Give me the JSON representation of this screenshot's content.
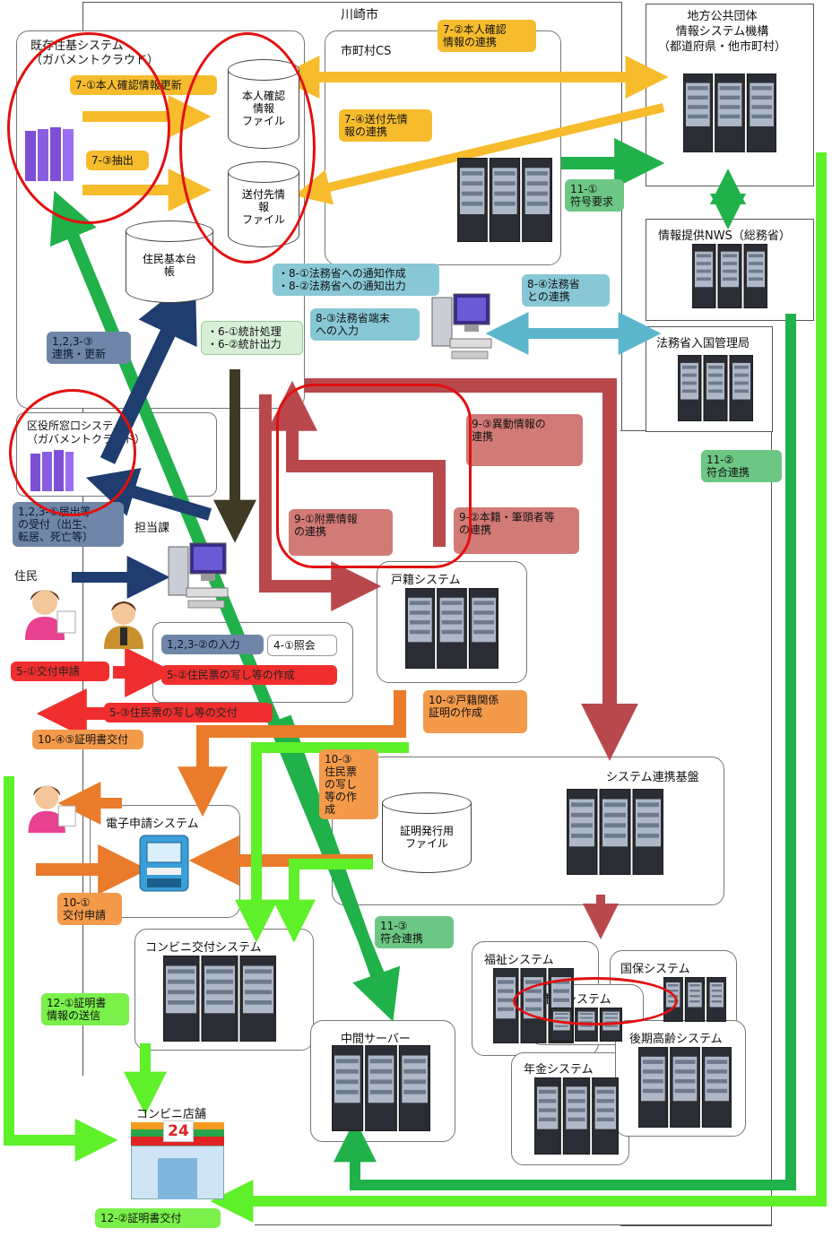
{
  "frames": {
    "kawasaki": "川崎市",
    "existing_system": "既存住基システム\n（ガバメントクラウド）",
    "city_cs": "市町村CS",
    "local_gov": "地方公共団体\n情報システム機構\n（都道府県・他市町村）",
    "nws": "情報提供NWS（総務省）",
    "immigration": "法務省入国管理局",
    "ward_window": "区役所窓口システム\n（ガバメントクラウド）",
    "in_charge": "担当課",
    "resident": "住民",
    "family_register": "戸籍システム",
    "system_link": "システム連携基盤",
    "e_application": "電子申請システム",
    "konbini_delivery": "コンビニ交付システム",
    "middle_server": "中間サーバー",
    "welfare": "福祉システム",
    "nhi": "国保システム",
    "city_tax": "市税システム",
    "pension": "年金システム",
    "late_elderly": "後期高齢システム",
    "konbini_store": "コンビニ店舗",
    "store_number": "24"
  },
  "cylinders": {
    "identity_file": "本人確認\n情報\nファイル",
    "destination_file": "送付先情\n報\nファイル",
    "resident_ledger": "住民基本台\n帳",
    "certificate_file": "証明発行用\nファイル"
  },
  "labels": {
    "l7_1": "7-①本人確認情報更新",
    "l7_3": "7-③抽出",
    "l7_2": "7-②本人確認\n情報の連携",
    "l7_4": "7-④送付先情\n報の連携",
    "l11_1": "11-①\n符号要求",
    "l8_1": "・8-①法務省への通知作成\n・8-②法務省への通知出力",
    "l8_3": "8-③法務省端末\nへの入力",
    "l8_4": "8-④法務省\nとの連携",
    "l6": "・6-①統計処理\n・6-②統計出力",
    "l123_3": "1,2,3-③\n連携・更新",
    "l9_3": "9-③異動情報の\n連携",
    "l11_2": "11-②\n符合連携",
    "l123_1": "1,2,3-①届出等\nの受付（出生、\n転居、死亡等）",
    "l9_1": "9-①附票情報\nの連携",
    "l9_2": "9-②本籍・筆頭者等\nの連携",
    "l123_2": "1,2,3-②の入力",
    "l4_1": "4-①照会",
    "l5_1": "5-①交付申請",
    "l5_2": "5-②住民票の写し等の作成",
    "l5_3": "5-③住民票の写し等の交付",
    "l10_2": "10-②戸籍関係\n証明の作成",
    "l10_45": "10-④⑤証明書交付",
    "l10_3": "10-③\n住民票\nの写し\n等の作\n成",
    "l10_1": "10-①\n交付申請",
    "l11_3": "11-③\n符合連携",
    "l12_1": "12-①証明書\n情報の送信",
    "l12_2": "12-②証明書交付"
  },
  "colors": {
    "yellow": "#f7bc2c",
    "green": "#20b14a",
    "lime": "#5ef028",
    "navy": "#1f3d6e",
    "dark_red": "#b9484d",
    "red": "#f12e2e",
    "orange": "#e97b2a",
    "light_blue": "#5cb7cd",
    "olive": "#3f3a24",
    "highlight": "#e11010"
  }
}
